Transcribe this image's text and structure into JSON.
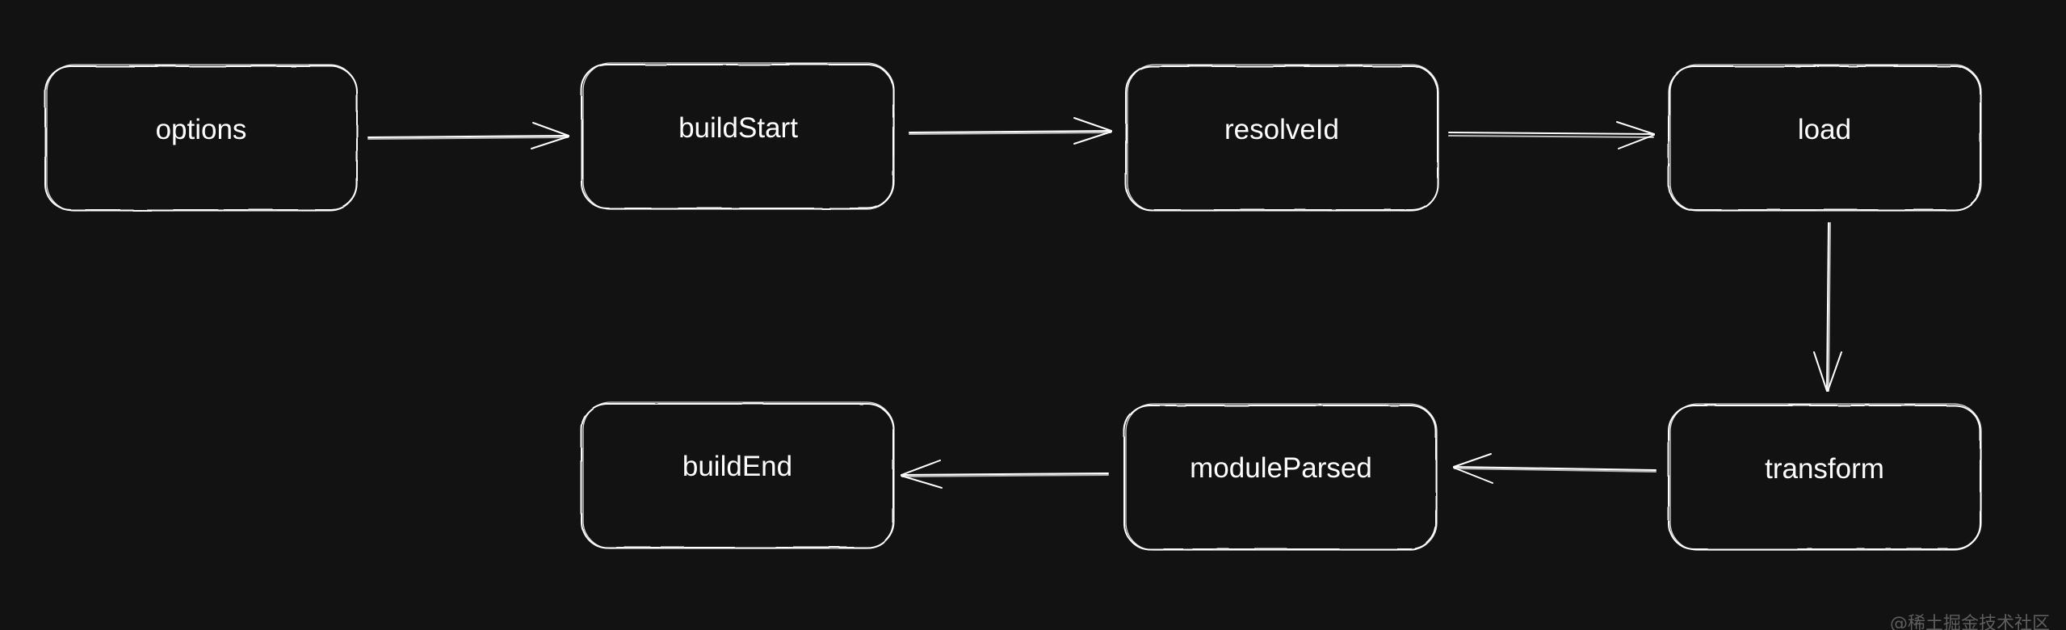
{
  "diagram": {
    "nodes": [
      {
        "id": "options",
        "label": "options"
      },
      {
        "id": "buildStart",
        "label": "buildStart"
      },
      {
        "id": "resolveId",
        "label": "resolveId"
      },
      {
        "id": "load",
        "label": "load"
      },
      {
        "id": "transform",
        "label": "transform"
      },
      {
        "id": "moduleParsed",
        "label": "moduleParsed"
      },
      {
        "id": "buildEnd",
        "label": "buildEnd"
      }
    ],
    "edges": [
      {
        "from": "options",
        "to": "buildStart"
      },
      {
        "from": "buildStart",
        "to": "resolveId"
      },
      {
        "from": "resolveId",
        "to": "load"
      },
      {
        "from": "load",
        "to": "transform"
      },
      {
        "from": "transform",
        "to": "moduleParsed"
      },
      {
        "from": "moduleParsed",
        "to": "buildEnd"
      }
    ]
  },
  "watermark": "@稀土掘金技术社区",
  "colors": {
    "background": "#121212",
    "stroke": "#ffffff",
    "text": "#ffffff",
    "watermark": "#5e5e5e"
  }
}
